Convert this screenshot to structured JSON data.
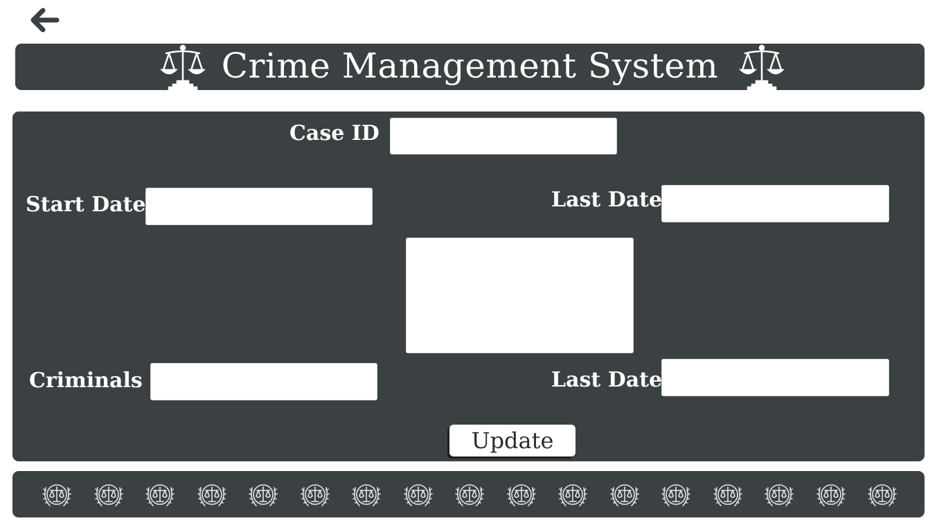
{
  "nav": {
    "back_icon": "arrow-left-icon"
  },
  "header": {
    "title": "Crime Management System",
    "left_icon": "scales-of-justice-icon",
    "right_icon": "scales-of-justice-icon"
  },
  "form": {
    "case_id": {
      "label": "Case ID",
      "value": ""
    },
    "start_date": {
      "label": "Start Date",
      "value": ""
    },
    "last_date_top": {
      "label": "Last Date",
      "value": ""
    },
    "description": {
      "value": ""
    },
    "criminals": {
      "label": "Criminals",
      "value": ""
    },
    "last_date_bottom": {
      "label": "Last Date",
      "value": ""
    },
    "update_label": "Update"
  },
  "footer": {
    "emblem_icon": "justice-wreath-icon",
    "emblem_count": 17
  },
  "colors": {
    "panel": "#3b4042",
    "text": "#ffffff",
    "field": "#ffffff",
    "background": "#ffffff"
  }
}
